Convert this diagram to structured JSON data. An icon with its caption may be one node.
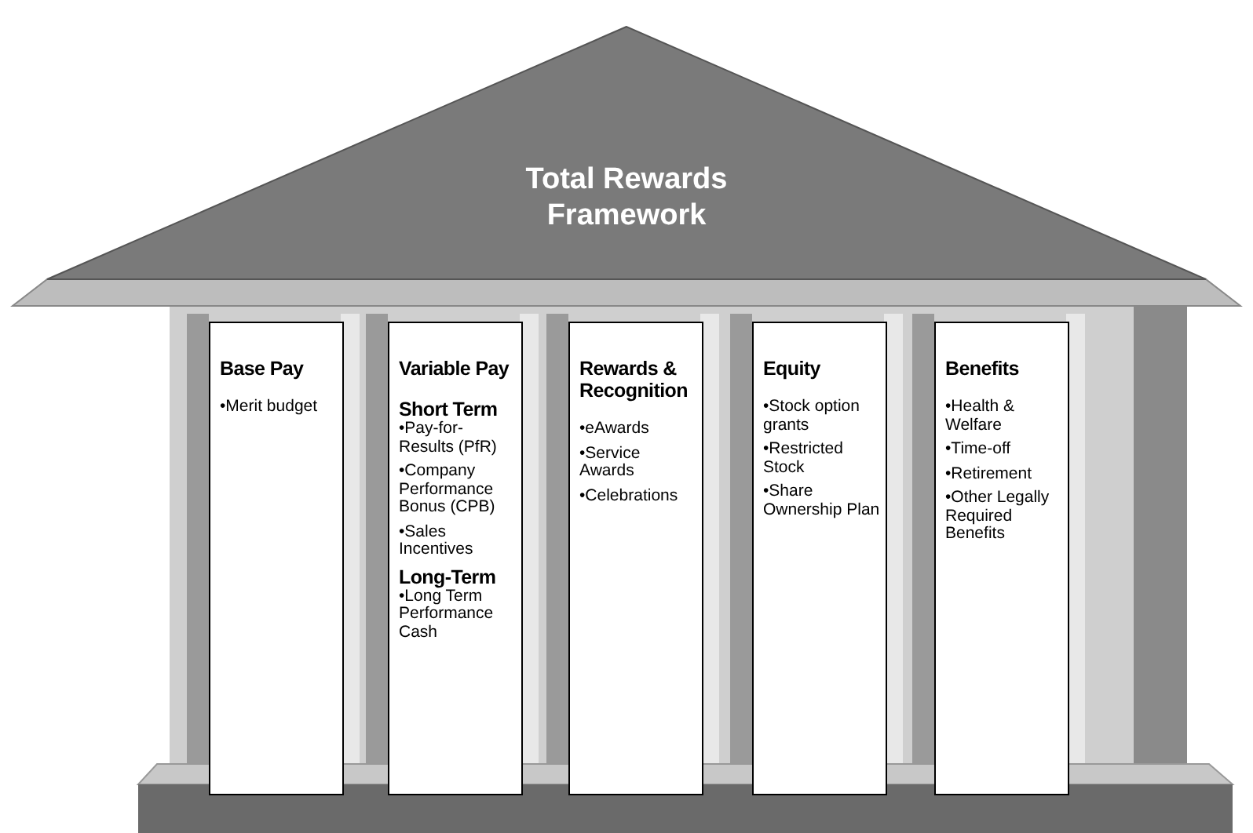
{
  "diagram": {
    "nodes": [
      {
        "text": [
          "Total Rewards Framework"
        ]
      },
      {
        "text": [
          "Base Pay",
          "•Merit budget"
        ]
      },
      {
        "text": [
          "Variable Pay",
          "Short Term",
          "•Pay-for-Results (PfR)",
          "•Company Performance Bonus (CPB)",
          "•Sales Incentives",
          "Long-Term",
          "•Long Term Performance Cash"
        ]
      },
      {
        "text": [
          "Rewards & Recognition",
          "•eAwards",
          "•Service Awards",
          "•Celebrations"
        ]
      },
      {
        "text": [
          "Equity",
          "•Stock option grants",
          "•Restricted Stock",
          "•Share Ownership Plan"
        ]
      },
      {
        "text": [
          "Benefits",
          "•Health & Welfare",
          "•Time-off",
          "•Retirement",
          "•Other Legally Required Benefits"
        ]
      }
    ],
    "edges": []
  }
}
